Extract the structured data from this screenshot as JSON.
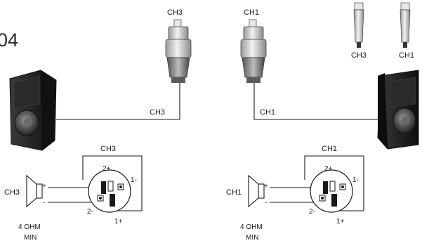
{
  "page": {
    "corner_number": "04"
  },
  "cable_left": {
    "label_top": "CH3",
    "label_wire": "CH3"
  },
  "cable_right": {
    "label_top": "CH1",
    "label_wire": "CH1"
  },
  "xlr_plugs": [
    {
      "label": "CH3"
    },
    {
      "label": "CH1"
    }
  ],
  "schematic_left": {
    "channel_label": "CH3",
    "speaker_label": "CH3",
    "speaker_plus": "+",
    "speaker_minus": "-",
    "pins": {
      "p2plus": "2+",
      "p1minus": "1-",
      "p2minus": "2-",
      "p1plus": "1+"
    },
    "impedance_line1": "4 OHM",
    "impedance_line2": "MIN"
  },
  "schematic_right": {
    "channel_label": "CH1",
    "speaker_label": "CH1",
    "speaker_plus": "+",
    "speaker_minus": "-",
    "pins": {
      "p2plus": "2+",
      "p1minus": "1-",
      "p2minus": "2-",
      "p1plus": "1+"
    },
    "impedance_line1": "4 OHM",
    "impedance_line2": "MIN"
  },
  "colors": {
    "ink": "#1a1a1a",
    "cabinet_dark": "#1e1e1e",
    "connector_grey": "#c8c8c8"
  }
}
